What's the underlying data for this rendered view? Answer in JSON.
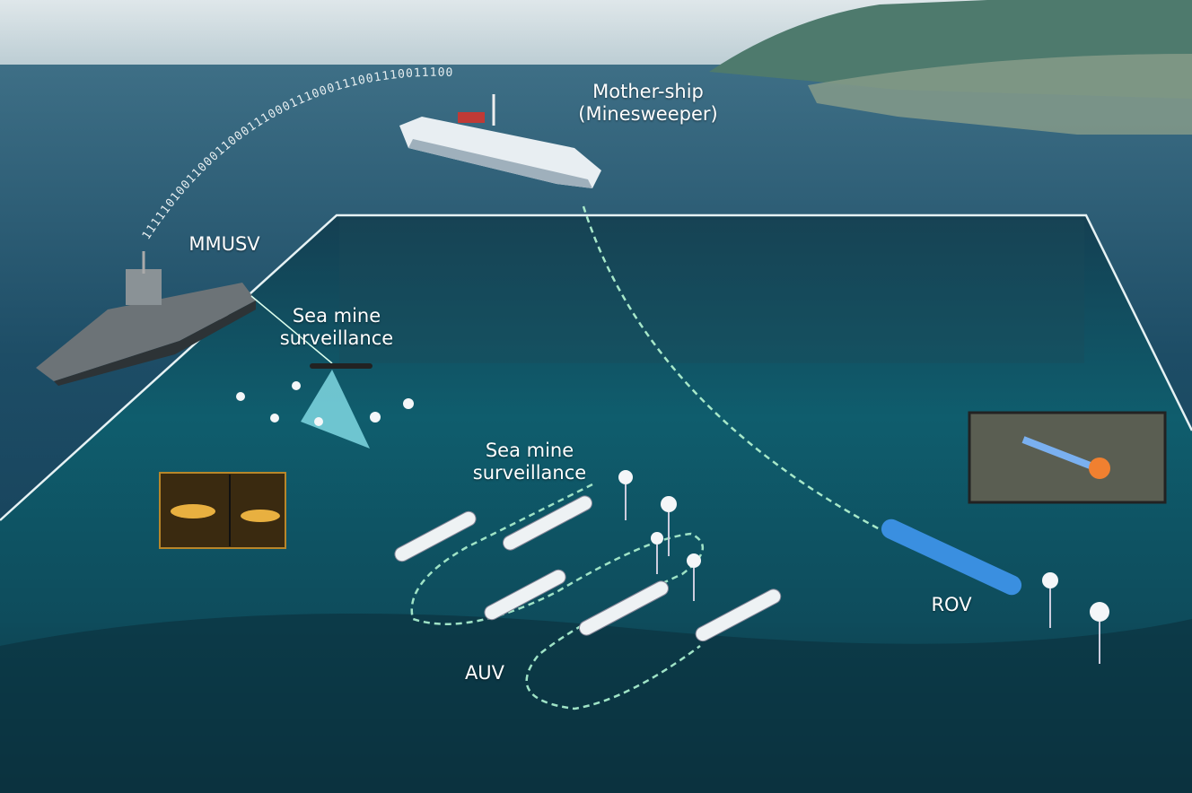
{
  "labels": {
    "mother_ship": [
      "Mother-ship",
      "(Minesweeper)"
    ],
    "mmusv": "MMUSV",
    "sea_mine_surveillance_1": [
      "Sea mine",
      "surveillance"
    ],
    "sea_mine_surveillance_2": [
      "Sea mine",
      "surveillance"
    ],
    "auv": "AUV",
    "rov": "ROV"
  },
  "decor": {
    "binary_stream": "1111101001100011000111000111000111001110011100"
  },
  "colors": {
    "sea_surface": "#1c4f68",
    "underwater": "#0f5a6a",
    "seabed": "#143f4c",
    "path_line": "#9fe3c6",
    "rov": "#3a8fe0"
  }
}
